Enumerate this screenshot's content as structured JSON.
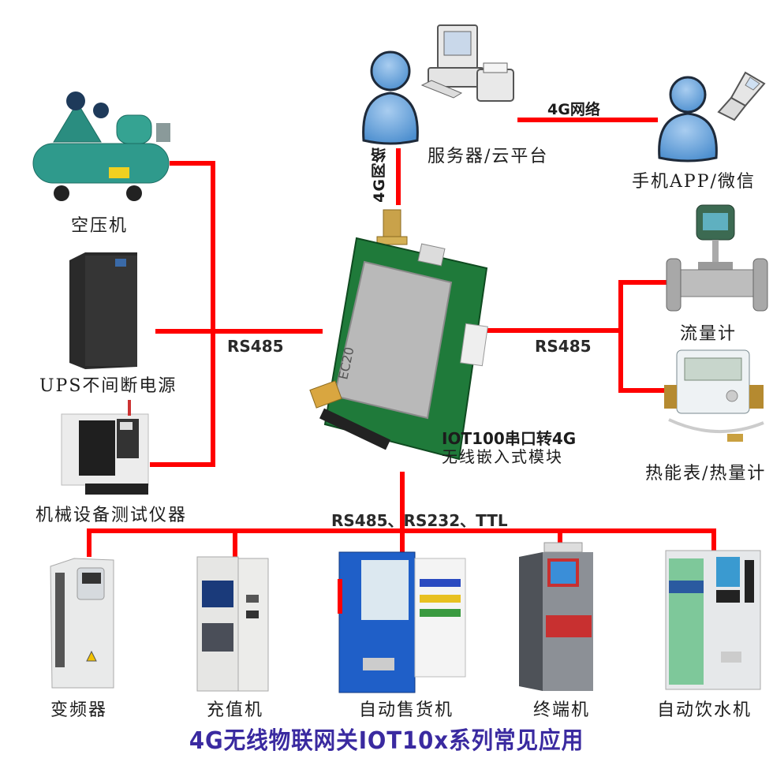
{
  "diagram": {
    "title": "4G无线物联网关IOT10x系列常见应用",
    "title_color": "#3a2aa0",
    "line_color": "#ff0000",
    "center_module": {
      "name_line1": "IOT100串口转4G",
      "name_line2": "无线嵌入式模块",
      "chip_label": "EC20"
    },
    "cloud": {
      "server_label": "服务器/云平台",
      "mobile_label": "手机APP/微信",
      "link_server_module": "4G网络",
      "link_server_mobile": "4G网络"
    },
    "left_group": {
      "protocol": "RS485",
      "devices": [
        {
          "label": "空压机",
          "icon": "air-compressor"
        },
        {
          "label": "UPS不间断电源",
          "icon": "ups-cabinet"
        },
        {
          "label": "机械设备测试仪器",
          "icon": "cnc-machine"
        }
      ]
    },
    "right_group": {
      "protocol": "RS485",
      "devices": [
        {
          "label": "流量计",
          "icon": "flow-meter"
        },
        {
          "label": "热能表/热量计",
          "icon": "heat-meter"
        }
      ]
    },
    "bottom_group": {
      "protocol": "RS485、RS232、TTL",
      "devices": [
        {
          "label": "变频器",
          "icon": "frequency-inverter"
        },
        {
          "label": "充值机",
          "icon": "recharge-kiosk"
        },
        {
          "label": "自动售货机",
          "icon": "vending-machine"
        },
        {
          "label": "终端机",
          "icon": "terminal-kiosk"
        },
        {
          "label": "自动饮水机",
          "icon": "water-dispenser"
        }
      ]
    }
  }
}
